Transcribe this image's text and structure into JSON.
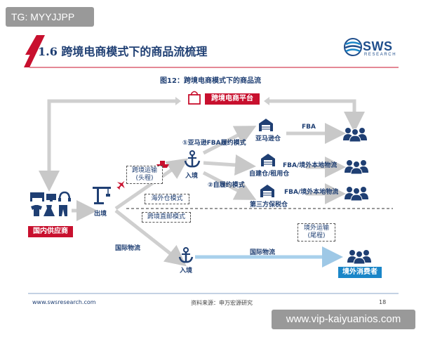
{
  "watermark_top": "TG: MYYJJPP",
  "watermark_bottom": "www.vip-kaiyuanios.com",
  "header": {
    "title": "1.6 跨境电商模式下的商品流梳理",
    "logo_text": "SWS",
    "logo_sub": "RESEARCH"
  },
  "figure": {
    "title": "图12：跨境电商模式下的商品流",
    "platform": "跨境电商平台",
    "supplier": "国内供应商",
    "consumer": "境外消费者",
    "exit": "出境",
    "entry_top": "入境",
    "entry_bottom": "入境",
    "cross_border_transport": [
      "跨境运输",
      "(头程)"
    ],
    "mode1": "①亚马逊FBA履约模式",
    "mode2": "②自履约模式",
    "warehouse1": "亚马逊仓",
    "warehouse2": "自建仓/租用仓",
    "warehouse3": "第三方保税仓",
    "fba": "FBA",
    "fba_local1": "FBA/境外本地物流",
    "fba_local2": "FBA/境外本地物流",
    "overseas_warehouse_mode": "海外仓模式",
    "direct_mail_mode": "跨境直邮模式",
    "intl_logistics_left": "国际物流",
    "intl_logistics_bottom": "国际物流",
    "last_mile": [
      "境外运输",
      "(尾程)"
    ]
  },
  "footer": {
    "url": "www.swsresearch.com",
    "source": "资料来源：申万宏源研究",
    "page": "18"
  },
  "colors": {
    "navy": "#1f3f73",
    "red": "#c8102e",
    "blue": "#1a86c8",
    "arrow_gray": "#c8c8c8"
  }
}
